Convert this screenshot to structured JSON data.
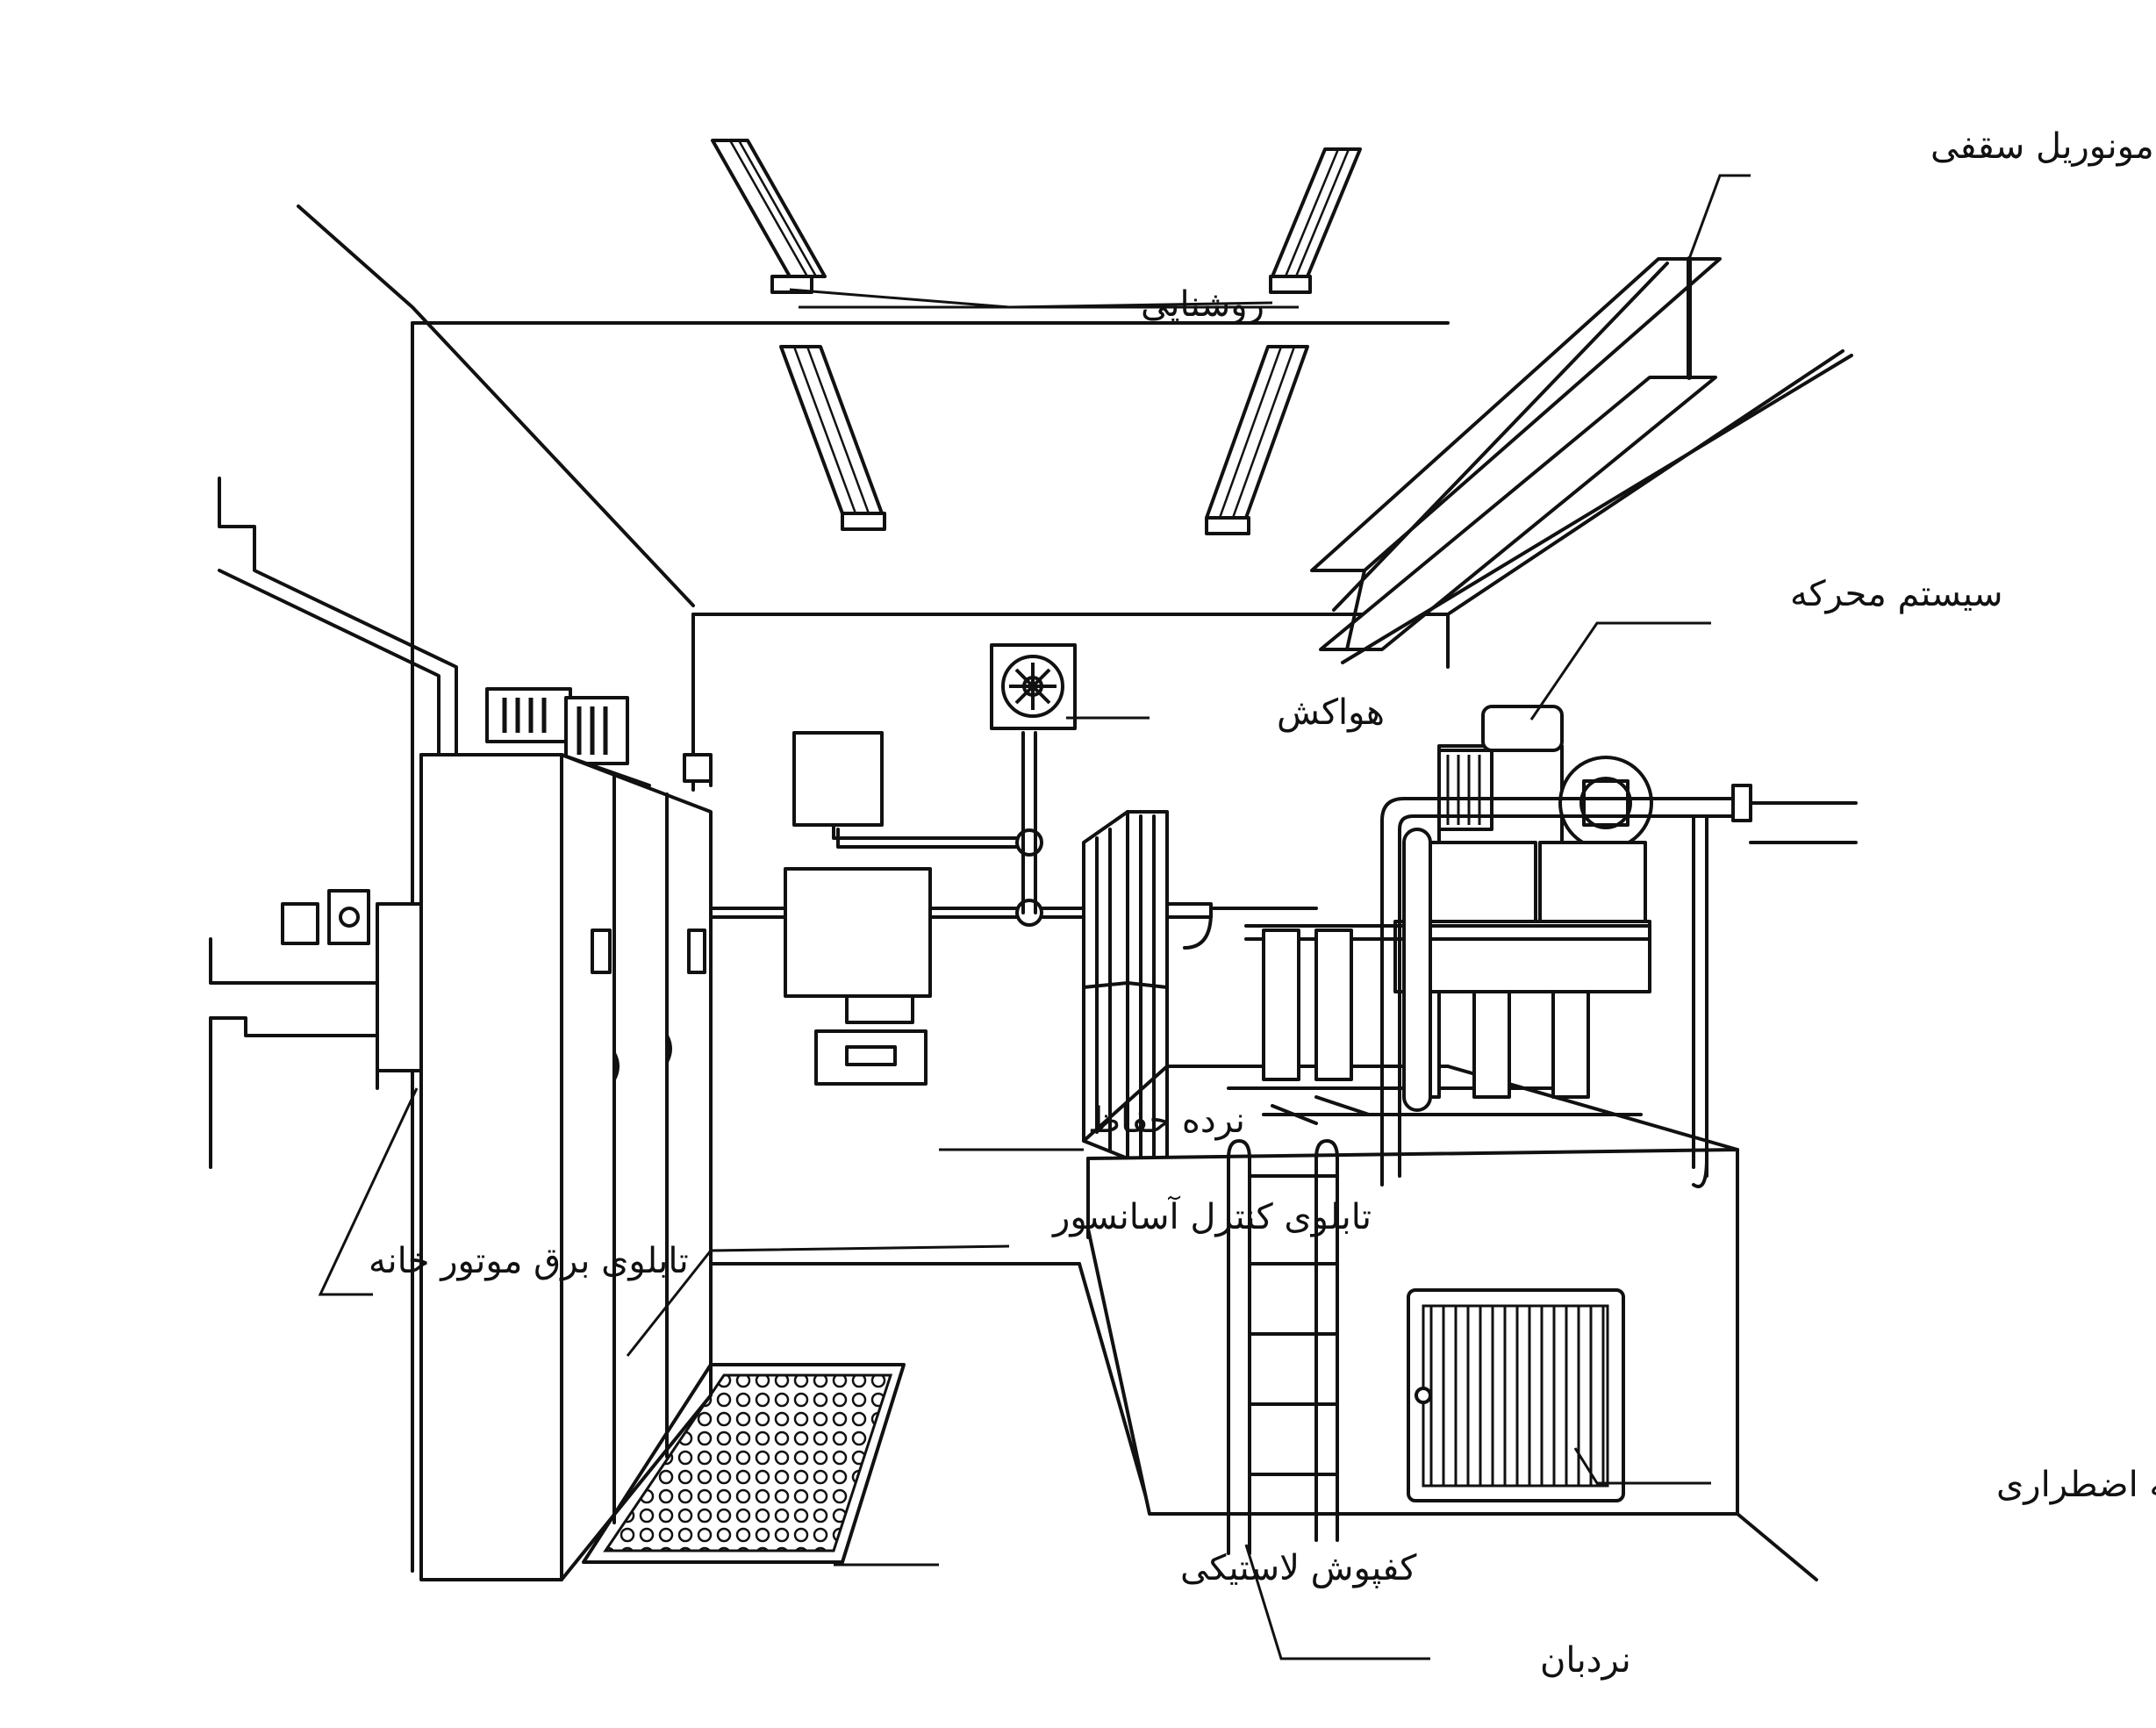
{
  "labels": {
    "monorail": "مونوریل سقفی",
    "lighting": "روشنایی",
    "drive_system": "سیستم محرکه",
    "fan": "هواکش",
    "guard_rail": "نرده حفاظ",
    "control_panel": "تابلوی کنترل آسانسور",
    "power_panel": "تابلوی برق موتور خانه",
    "emergency_hatch": "دریچه اضطراری",
    "rubber_floor": "کفپوش لاستیکی",
    "ladder": "نردبان"
  },
  "colors": {
    "ink": "#111111",
    "paper": "#ffffff"
  }
}
